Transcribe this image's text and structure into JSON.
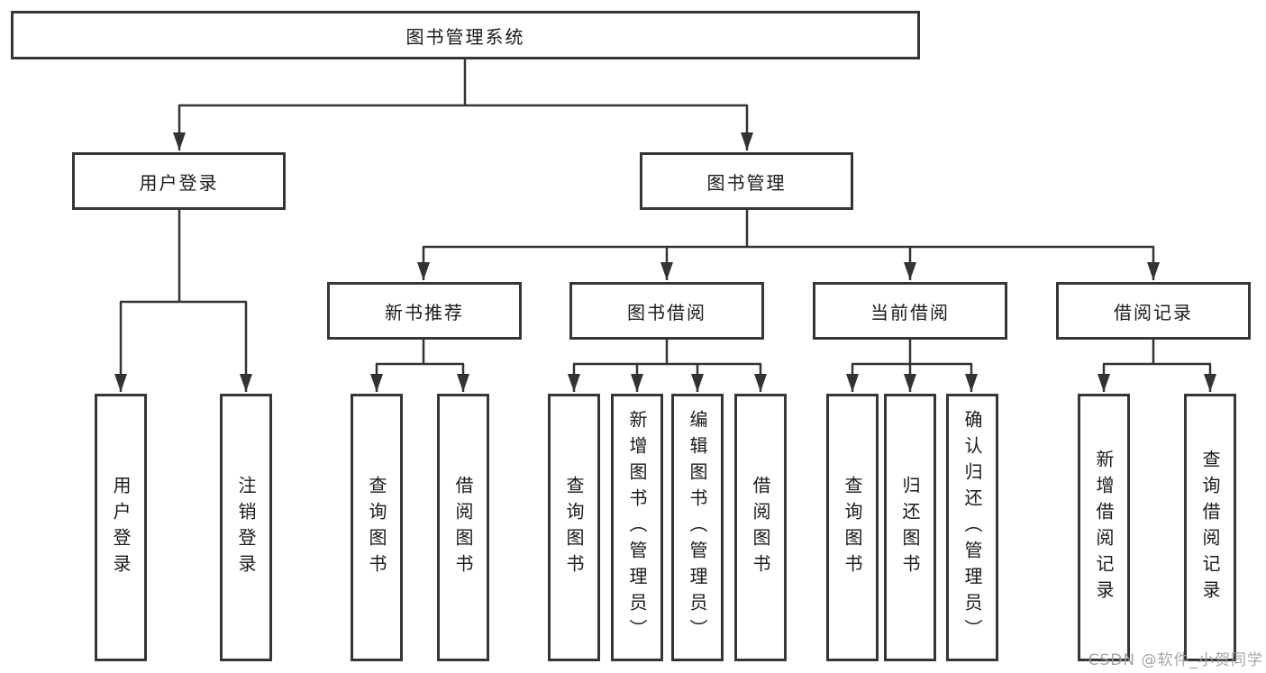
{
  "diagram": {
    "root": "图书管理系统",
    "level2": {
      "user_login": "用户登录",
      "book_mgmt": "图书管理"
    },
    "level3": {
      "new_book": "新书推荐",
      "book_borrow": "图书借阅",
      "current_borrow": "当前借阅",
      "borrow_record": "借阅记录"
    },
    "leaves": {
      "user_login": [
        "用户登录",
        "注销登录"
      ],
      "new_book": [
        "查询图书",
        "借阅图书"
      ],
      "book_borrow": [
        "查询图书",
        "新增图书（管理员）",
        "编辑图书（管理员）",
        "借阅图书"
      ],
      "current_borrow": [
        "查询图书",
        "归还图书",
        "确认归还（管理员）"
      ],
      "borrow_record": [
        "新增借阅记录",
        "查询借阅记录"
      ]
    },
    "colors": {
      "line": "#333333",
      "box_border": "#363636",
      "text": "#1a1a1a",
      "watermark": "#9b9b9b",
      "background": "#ffffff"
    }
  },
  "watermark": "CSDN @软件_小贺同学"
}
